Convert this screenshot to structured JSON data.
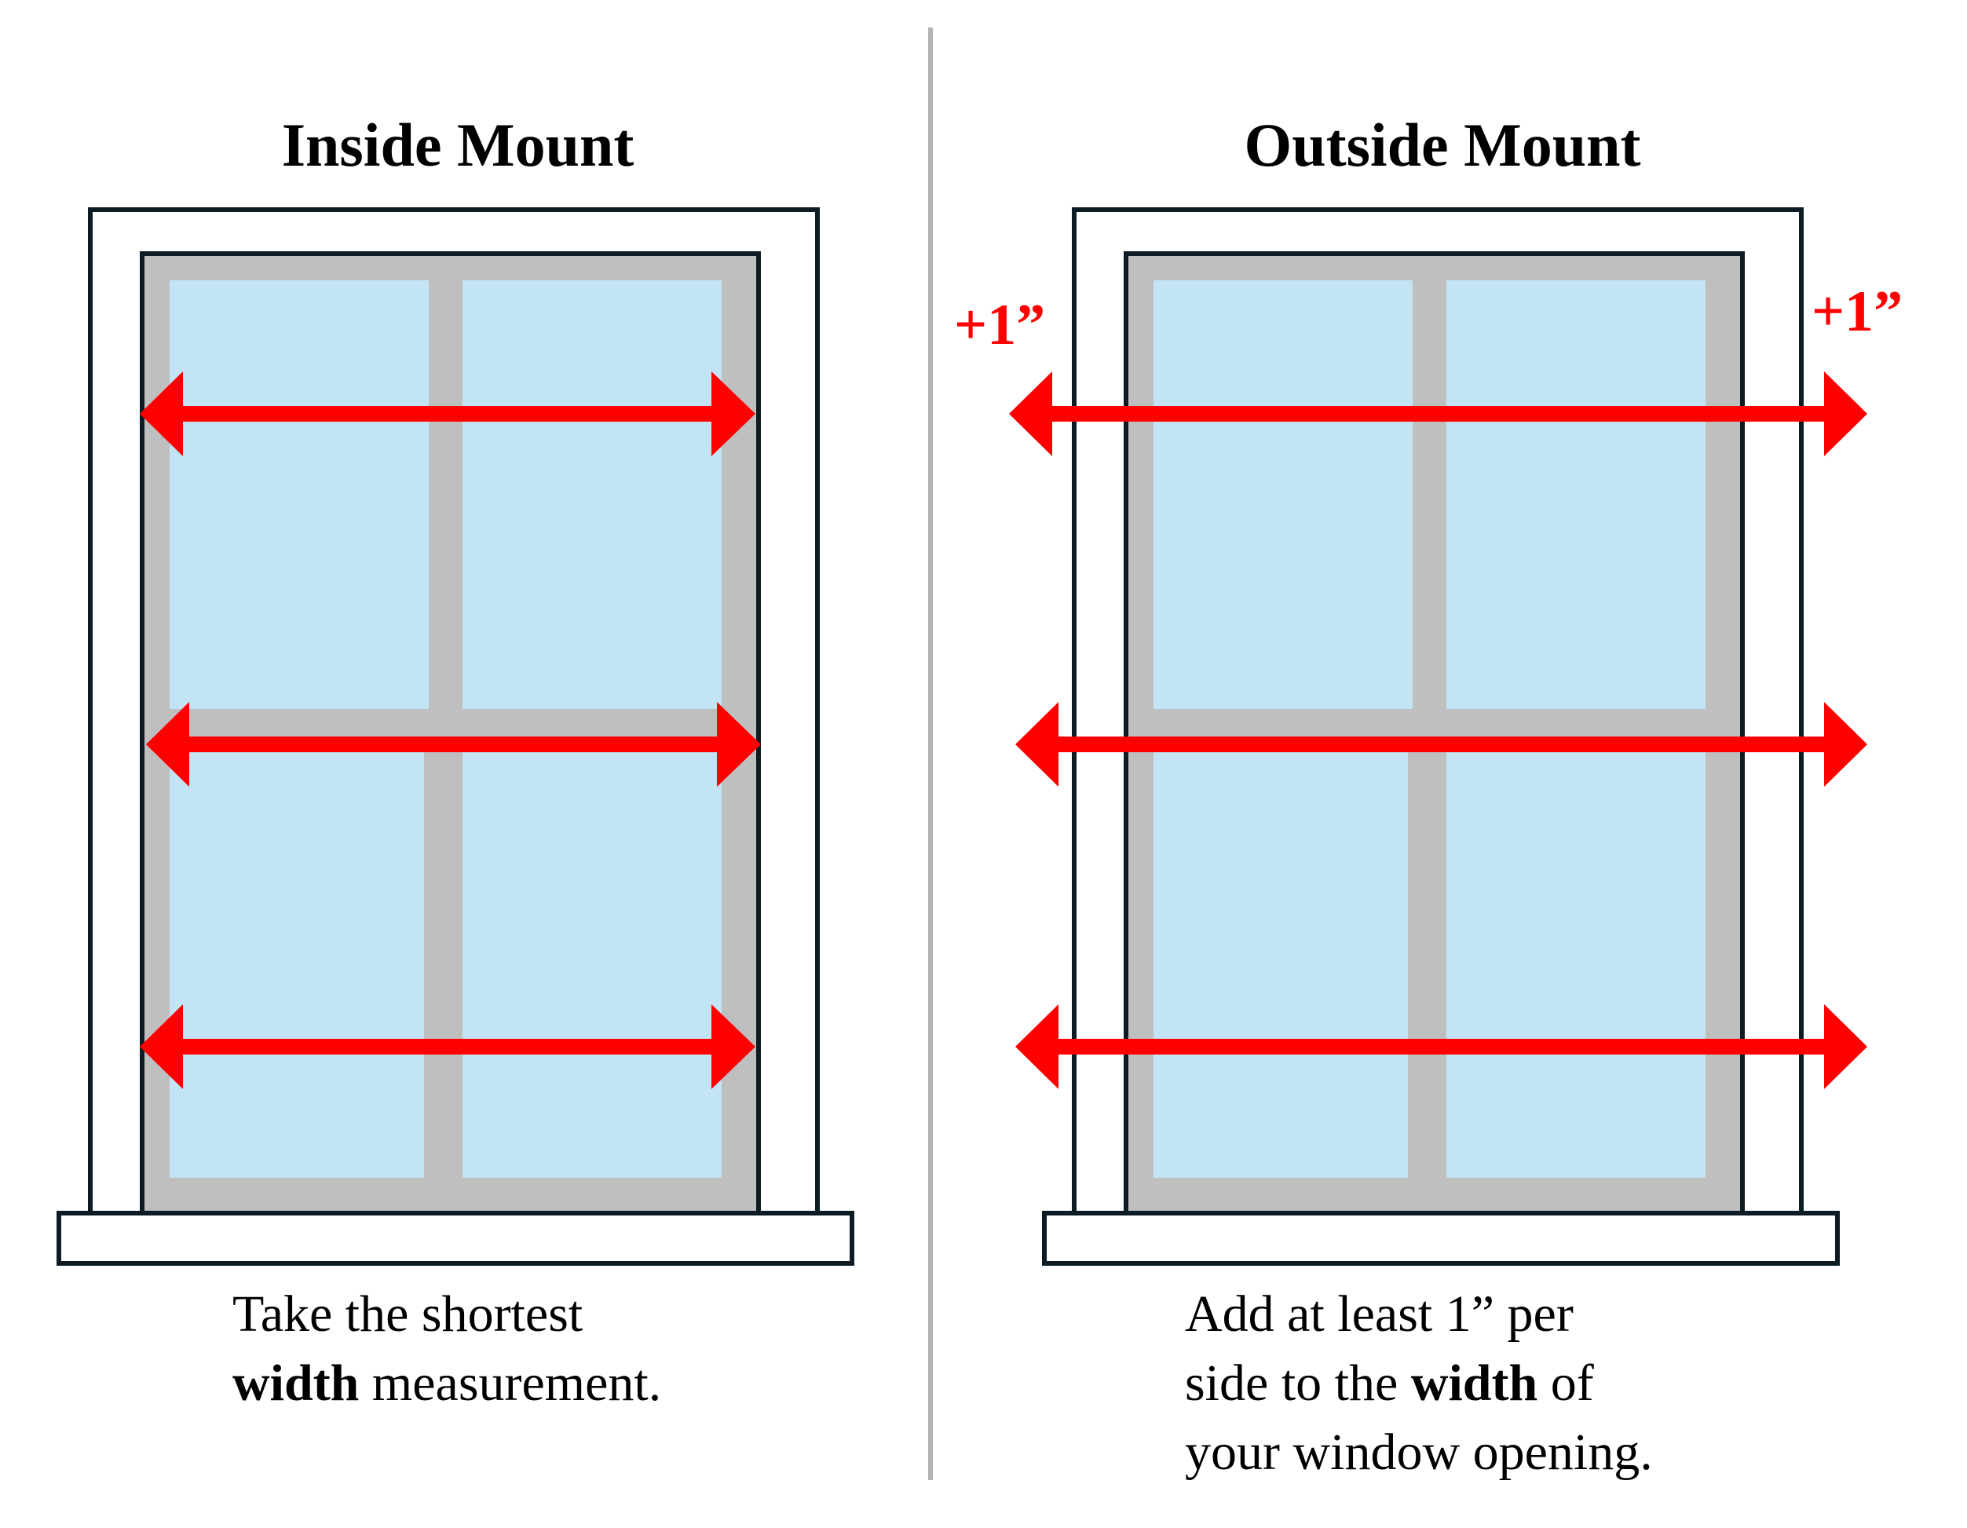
{
  "inside": {
    "title": "Inside Mount",
    "caption": {
      "line1": "Take the shortest",
      "line2_bold": "width",
      "line2_rest": " measurement."
    }
  },
  "outside": {
    "title": "Outside Mount",
    "caption": {
      "line1": "Add at least 1” per",
      "line2_pre": "side to the ",
      "line2_bold": "width",
      "line2_post": " of",
      "line3": "your window opening."
    },
    "left_label": "+1”",
    "right_label": "+1”"
  },
  "colors": {
    "arrow": "#ff0000",
    "glass": "#c3e4f4",
    "sash": "#bfbfbf",
    "frame_stroke": "#0d1b24",
    "divider": "#b3b3b3"
  }
}
